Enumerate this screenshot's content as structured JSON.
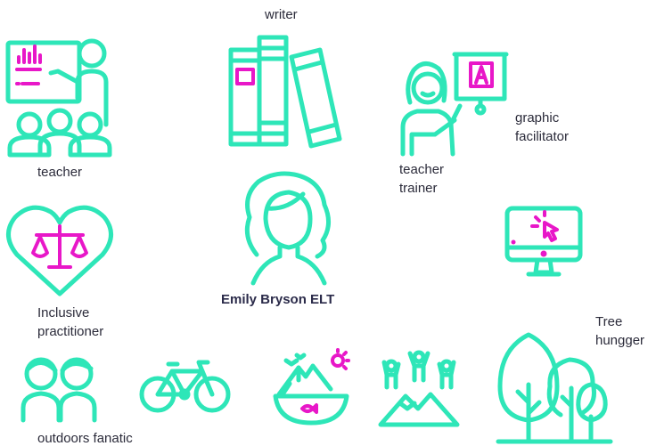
{
  "labels": {
    "writer": "writer",
    "teacher": "teacher",
    "graphic_facilitator_1": "graphic",
    "graphic_facilitator_2": "facilitator",
    "teacher_trainer_1": "teacher",
    "teacher_trainer_2": "trainer",
    "center": "Emily Bryson ELT",
    "inclusive_1": "Inclusive",
    "inclusive_2": "practitioner",
    "tree_1": "Tree",
    "tree_2": "hungger",
    "outdoors": "outdoors fanatic"
  },
  "colors": {
    "primary": "#2ee6b8",
    "accent": "#e817c8",
    "text": "#2b2b3a"
  }
}
